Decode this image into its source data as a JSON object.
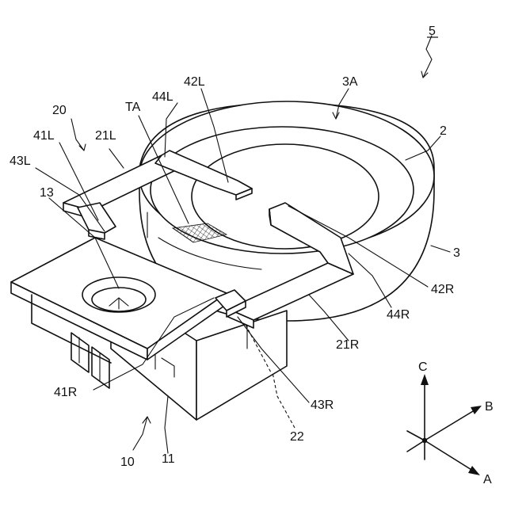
{
  "figure": {
    "ref_top": "5",
    "labels": {
      "l_3a": "3A",
      "l_42l": "42L",
      "l_44l": "44L",
      "l_ta": "TA",
      "l_20": "20",
      "l_41l": "41L",
      "l_21l": "21L",
      "l_43l": "43L",
      "l_13": "13",
      "l_2": "2",
      "l_3": "3",
      "l_42r": "42R",
      "l_44r": "44R",
      "l_21r": "21R",
      "l_41r": "41R",
      "l_43r": "43R",
      "l_22": "22",
      "l_10": "10",
      "l_11": "11"
    },
    "axes": {
      "c": "C",
      "b": "B",
      "a": "A"
    }
  }
}
